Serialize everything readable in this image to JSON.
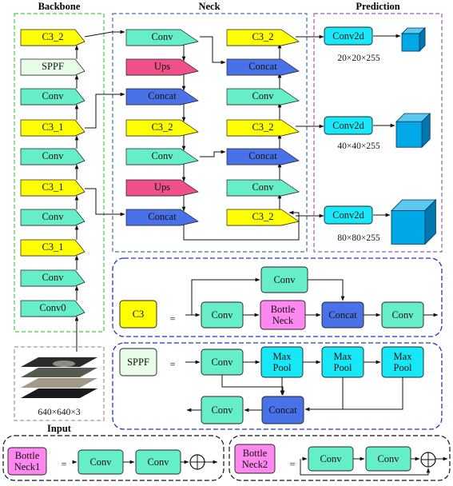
{
  "titles": {
    "backbone": "Backbone",
    "neck": "Neck",
    "prediction": "Prediction",
    "input": "Input"
  },
  "colors": {
    "conv": "#66eec8",
    "c3": "#ffff00",
    "sppf": "#e8fde8",
    "ups": "#f0508a",
    "concat": "#4a72e8",
    "bottleneck": "#ff88f0",
    "maxpool": "#17e8f8",
    "cube": "#00a8e8",
    "backbone_border": "#44cc44",
    "neck_border": "#4a6fa8",
    "prediction_border": "#9a5ab8",
    "module_border": "#2233cc"
  },
  "backbone": [
    "C3_2",
    "SPPF",
    "Conv",
    "C3_1",
    "Conv",
    "C3_1",
    "Conv",
    "C3_1",
    "Conv",
    "Conv0"
  ],
  "input_caption": "640×640×3",
  "neck_left": [
    "Conv",
    "Ups",
    "Concat",
    "C3_2",
    "Conv",
    "Ups",
    "Concat"
  ],
  "neck_right": [
    "C3_2",
    "Concat",
    "Conv",
    "C3_2",
    "Concat",
    "Conv",
    "C3_2"
  ],
  "prediction": [
    {
      "label": "Conv2d",
      "dims": "20×20×255"
    },
    {
      "label": "Conv2d",
      "dims": "40×40×255"
    },
    {
      "label": "Conv2d",
      "dims": "80×80×255"
    }
  ],
  "c3_module": {
    "name": "C3",
    "equals": "=",
    "top_conv": "Conv",
    "conv_a": "Conv",
    "bottleneck": [
      "Bottle",
      "Neck"
    ],
    "concat": "Concat",
    "conv_b": "Conv"
  },
  "sppf_module": {
    "name": "SPPF",
    "equals": "=",
    "conv_in": "Conv",
    "maxpool": [
      "Max",
      "Pool"
    ],
    "concat": "Concat",
    "conv_out": "Conv"
  },
  "bottleneck1": {
    "name": [
      "Bottle",
      "Neck1"
    ],
    "equals": "=",
    "conv1": "Conv",
    "conv2": "Conv"
  },
  "bottleneck2": {
    "name": [
      "Bottle",
      "Neck2"
    ],
    "equals": "=",
    "conv1": "Conv",
    "conv2": "Conv"
  }
}
